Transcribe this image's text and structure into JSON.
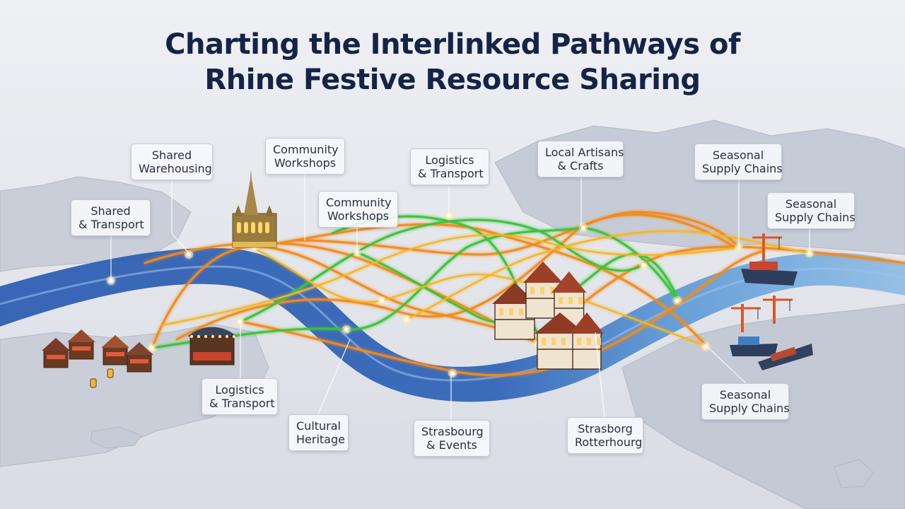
{
  "title": {
    "line1": "Charting the Interlinked Pathways of",
    "line2": "Rhine Festive Resource Sharing"
  },
  "labels": [
    {
      "id": "shared-warehousing",
      "lines": [
        "Shared",
        "Warehousing"
      ]
    },
    {
      "id": "shared-transport",
      "lines": [
        "Shared",
        "& Transport"
      ]
    },
    {
      "id": "community-workshops-top",
      "lines": [
        "Community",
        "Workshops"
      ]
    },
    {
      "id": "community-workshops-mid",
      "lines": [
        "Community",
        "Workshops"
      ]
    },
    {
      "id": "logistics-transport-top",
      "lines": [
        "Logistics",
        "& Transport"
      ]
    },
    {
      "id": "local-artisans",
      "lines": [
        "Local Artisans",
        "& Crafts"
      ]
    },
    {
      "id": "seasonal-supply-top",
      "lines": [
        "Seasonal",
        "Supply Chains"
      ]
    },
    {
      "id": "seasonal-supply-right",
      "lines": [
        "Seasonal",
        "Supply Chains"
      ]
    },
    {
      "id": "logistics-transport-bottom",
      "lines": [
        "Logistics",
        "& Transport"
      ]
    },
    {
      "id": "cultural-heritage",
      "lines": [
        "Cultural",
        "Heritage"
      ]
    },
    {
      "id": "strasbourg-events",
      "lines": [
        "Strasbourg",
        "& Events"
      ]
    },
    {
      "id": "strasbourg-rotterdam",
      "lines": [
        "Strasborg",
        "Rotterhourg"
      ]
    },
    {
      "id": "seasonal-supply-bottom",
      "lines": [
        "Seasonal",
        "Supply Chains"
      ]
    }
  ],
  "colors": {
    "title": "#142448",
    "river": "#2f5fb4",
    "path_orange": "#f28a1e",
    "path_green": "#3cc23a",
    "path_gold": "#f4b526",
    "land": "#c9ced8",
    "sea": "#e3e6ec"
  },
  "icons": [
    "cathedral-icon",
    "market-stalls-icon",
    "market-tent-icon",
    "timber-houses-icon",
    "port-cranes-icon",
    "cargo-ship-icon"
  ]
}
